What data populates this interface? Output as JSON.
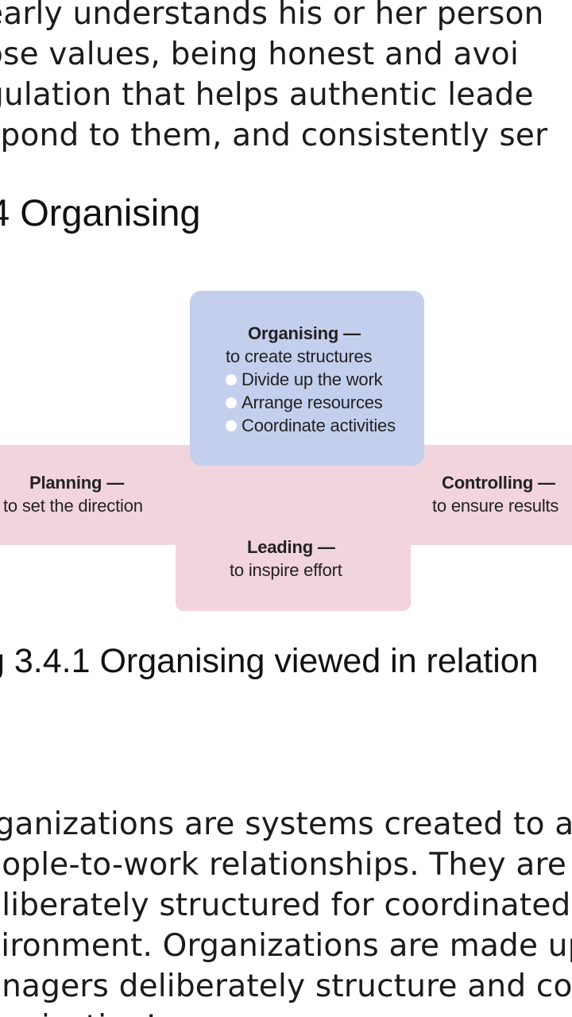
{
  "paragraph_top": {
    "lines": [
      "early understands his or her person",
      "ose values, being honest and avoi",
      "gulation that helps authentic leade",
      "spond to them, and consistently ser"
    ]
  },
  "section_heading": "4  Organising",
  "figure": {
    "organising": {
      "title": "Organising —",
      "subtitle": "to create structures",
      "bullets": [
        "Divide up the work",
        "Arrange resources",
        "Coordinate activities"
      ]
    },
    "planning": {
      "title": "Planning —",
      "subtitle": "to set the direction"
    },
    "controlling": {
      "title": "Controlling —",
      "subtitle": "to ensure results"
    },
    "leading": {
      "title": "Leading —",
      "subtitle": "to inspire effort"
    },
    "colors": {
      "organising_box": "#c4cfee",
      "pink_band": "#f1d4dc"
    }
  },
  "figure_caption": "g 3.4.1 Organising viewed in relation",
  "paragraph_bottom": {
    "lines": [
      "rganizations are systems created to ach",
      "eople-to-work relationships. They are es",
      "eliberately structured for coordinated ac",
      "vironment. Organizations are made up",
      "anagers deliberately structure and coor",
      "ganization’s purpose"
    ]
  }
}
